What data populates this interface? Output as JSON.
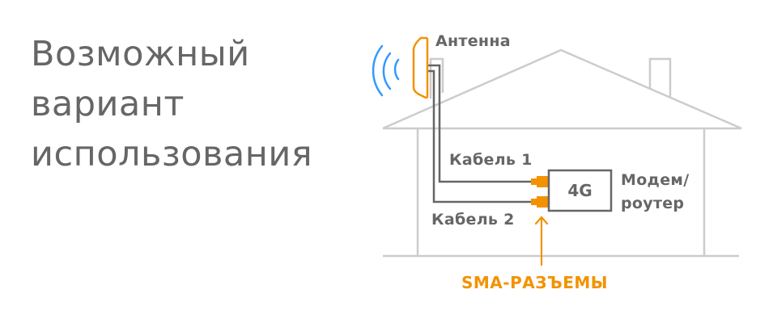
{
  "title": {
    "lines": [
      "Возможный",
      "вариант",
      "использования"
    ]
  },
  "diagram": {
    "labels": {
      "antenna": "Антенна",
      "cable_1": "Кабель 1",
      "cable_2": "Кабель 2",
      "modem_line1": "Модем/",
      "modem_line2": "роутер",
      "modem_box": "4G",
      "connectors": "SMA-РАЗЪЕМЫ"
    },
    "colors": {
      "text": "#666666",
      "house_outline": "#cccccc",
      "cable": "#666666",
      "antenna": "#f39200",
      "connector": "#f39200",
      "signal_waves": "#3399ff",
      "accent_label": "#f39200"
    },
    "icons": [
      "signal-waves-icon",
      "antenna-icon",
      "house-outline",
      "modem-box",
      "sma-connector-icon",
      "arrow-up-icon"
    ]
  }
}
